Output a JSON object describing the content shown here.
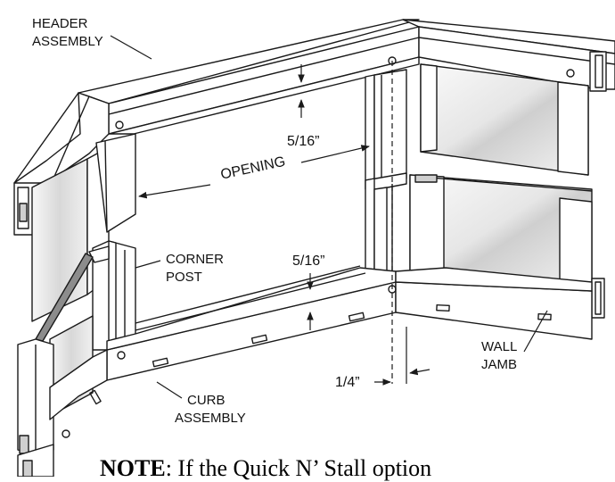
{
  "labels": {
    "header_assembly_1": "HEADER",
    "header_assembly_2": "ASSEMBLY",
    "opening": "OPENING",
    "corner_post_1": "CORNER",
    "corner_post_2": "POST",
    "curb_assembly_1": "CURB",
    "curb_assembly_2": "ASSEMBLY",
    "wall_jamb_1": "WALL",
    "wall_jamb_2": "JAMB",
    "dim_top": "5/16”",
    "dim_bottom": "5/16”",
    "dim_quarter": "1/4”"
  },
  "note": {
    "bold": "NOTE",
    "text": ": If the Quick N’ Stall option"
  },
  "colors": {
    "line": "#1a1a1a",
    "frame_fill": "#ffffff",
    "glass_light": "#f2f2f2",
    "glass_dark": "#9a9a9a",
    "gasket": "#8c8c8c"
  }
}
